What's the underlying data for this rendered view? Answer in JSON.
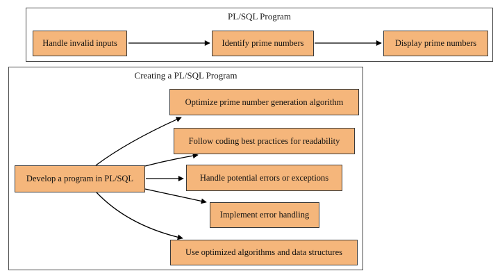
{
  "colors": {
    "node_fill": "#f5b67b",
    "node_border": "#3a3a3a",
    "frame_border": "#4a4a4a",
    "arrow": "#000000",
    "background": "#ffffff"
  },
  "top_flow": {
    "title": "PL/SQL Program",
    "nodes": [
      {
        "label": "Handle invalid inputs"
      },
      {
        "label": "Identify prime numbers"
      },
      {
        "label": "Display prime numbers"
      }
    ],
    "edges": [
      {
        "from": "Handle invalid inputs",
        "to": "Identify prime numbers"
      },
      {
        "from": "Identify prime numbers",
        "to": "Display prime numbers"
      }
    ]
  },
  "bottom_flow": {
    "title": "Creating a PL/SQL Program",
    "source": {
      "label": "Develop a program in PL/SQL"
    },
    "targets": [
      {
        "label": "Optimize prime number generation algorithm"
      },
      {
        "label": "Follow coding best practices for readability"
      },
      {
        "label": "Handle potential errors or exceptions"
      },
      {
        "label": "Implement error handling"
      },
      {
        "label": "Use optimized algorithms and data structures"
      }
    ],
    "edges": [
      {
        "from": "Develop a program in PL/SQL",
        "to": "Optimize prime number generation algorithm"
      },
      {
        "from": "Develop a program in PL/SQL",
        "to": "Follow coding best practices for readability"
      },
      {
        "from": "Develop a program in PL/SQL",
        "to": "Handle potential errors or exceptions"
      },
      {
        "from": "Develop a program in PL/SQL",
        "to": "Implement error handling"
      },
      {
        "from": "Develop a program in PL/SQL",
        "to": "Use optimized algorithms and data structures"
      }
    ]
  }
}
